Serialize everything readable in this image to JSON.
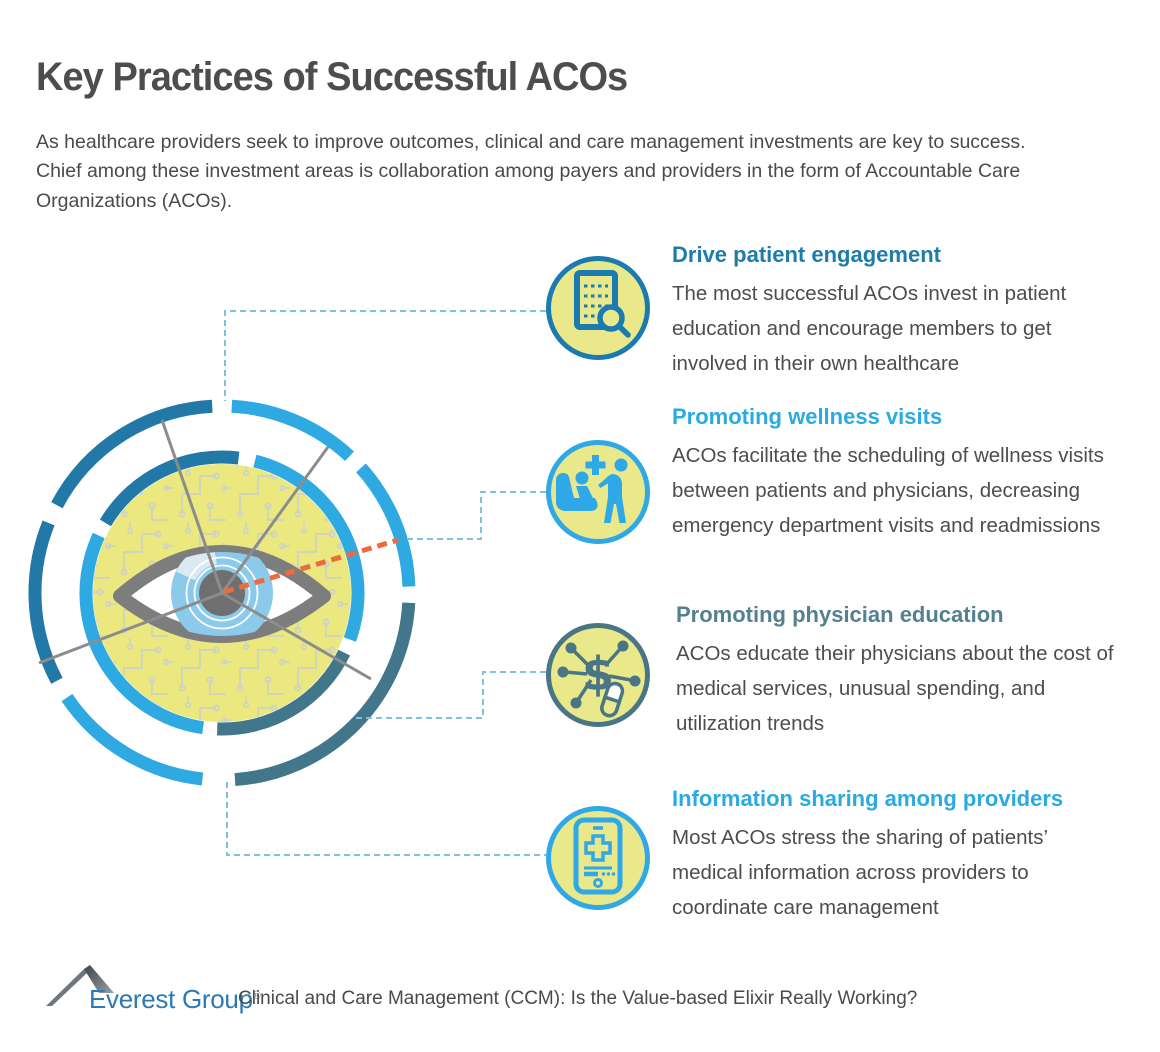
{
  "page": {
    "title": "Key Practices of Successful ACOs",
    "intro": "As healthcare providers seek to improve outcomes, clinical and care management investments are key to success. Chief among these investment areas is collaboration among payers and providers in the form of Accountable Care Organizations (ACOs)."
  },
  "items": [
    {
      "heading": "Drive patient engagement",
      "heading_color": "#1e7cab",
      "body": "The most successful ACOs invest in patient education and encourage members to get involved in their own healthcare",
      "icon": "document-magnifier-icon",
      "icon_color": "#1b7ab0"
    },
    {
      "heading": "Promoting wellness visits",
      "heading_color": "#29abe2",
      "body": "ACOs facilitate the scheduling of wellness visits between patients and physicians, decreasing emergency department visits and readmissions",
      "icon": "patient-doctor-icon",
      "icon_color": "#2fa8e8"
    },
    {
      "heading": "Promoting physician education",
      "heading_color": "#54808f",
      "body": "ACOs educate their physicians about the cost of medical services, unusual spending, and utilization trends",
      "icon": "dollar-network-pill-icon",
      "icon_color": "#4a7585"
    },
    {
      "heading": "Information sharing among providers",
      "heading_color": "#29abe2",
      "body": "Most ACOs stress the sharing of patients’ medical information across providers to coordinate care management",
      "icon": "phone-medical-icon",
      "icon_color": "#2fa8e8"
    }
  ],
  "diagram": {
    "description": "segmented-ring eye with circuit-board iris background, gray radial lines, orange scan line, dashed connectors to four practice icons",
    "colors": {
      "bright_blue": "#2fa9e1",
      "dark_blue": "#2278a6",
      "slate_teal": "#42768b",
      "circle_yellow": "#eae87f",
      "circuit_trace": "#c9ced3",
      "eye_gray": "#7d7d7d",
      "iris_blue": "#8ccaec",
      "pupil_gray": "#6f6f6f",
      "connector_blue": "#7fc2dd",
      "scan_orange": "#ed6b3f",
      "medallion_fill": "#e9e88a"
    }
  },
  "footer": {
    "logo_text": "Everest Group",
    "registered_mark": "®",
    "citation": "Clinical and Care Management (CCM): Is the Value-based Elixir Really Working?"
  }
}
